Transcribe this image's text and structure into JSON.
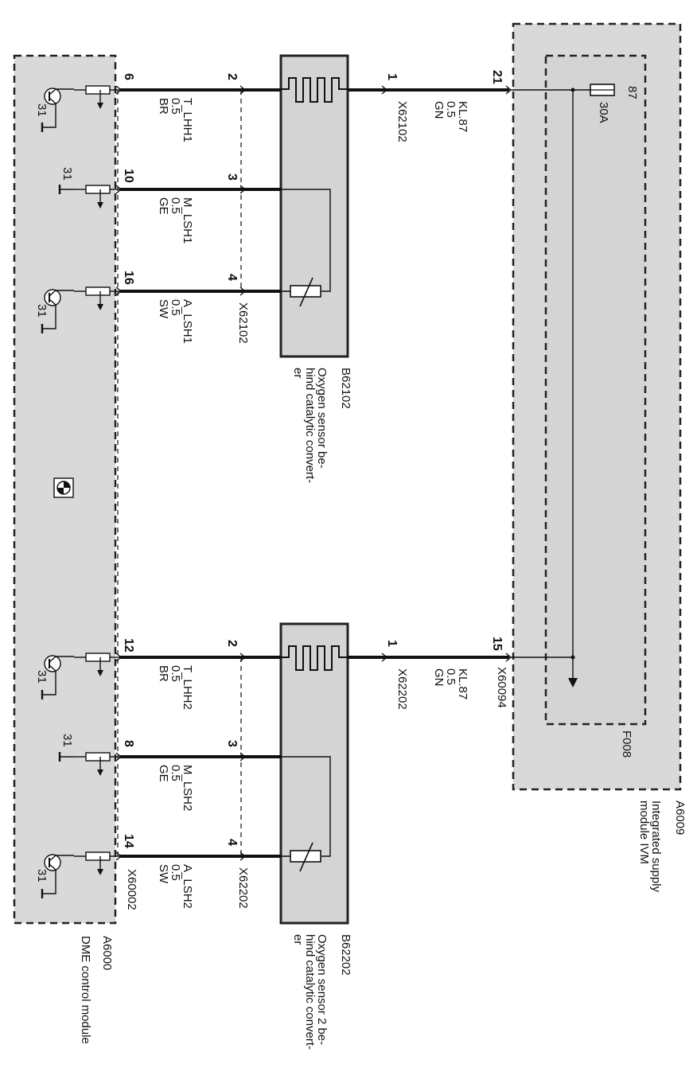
{
  "modules": {
    "ivm": {
      "id": "A6009",
      "name_line1": "Integrated supply",
      "name_line2": "module IVM"
    },
    "dme": {
      "id": "A6000",
      "name": "DME control module"
    },
    "fuse_block": "F008"
  },
  "fuse": {
    "pin": "87",
    "rating": "30A"
  },
  "ground_label": "31",
  "sensors": {
    "s1": {
      "id": "B62102",
      "line1": "Oxygen sensor be-",
      "line2": "hind catalytic convert-",
      "line3": "er"
    },
    "s2": {
      "id": "B62202",
      "line1": "Oxygen sensor 2 be-",
      "line2": "hind catalytic convert-",
      "line3": "er"
    }
  },
  "connectors": {
    "ivm_out": "X60094",
    "s1_supply": "X62102",
    "s1_harness": "X62102",
    "s2_supply": "X62202",
    "s2_harness": "X62202",
    "dme": "X60002"
  },
  "wires": [
    {
      "key": "t1",
      "name": "T_LHH1",
      "gauge": "0.5",
      "color": "BR",
      "dme_pin": "6",
      "sensor_pin": "2"
    },
    {
      "key": "m1",
      "name": "M_LSH1",
      "gauge": "0.5",
      "color": "GE",
      "dme_pin": "10",
      "sensor_pin": "3"
    },
    {
      "key": "a1",
      "name": "A_LSH1",
      "gauge": "0.5",
      "color": "SW",
      "dme_pin": "16",
      "sensor_pin": "4"
    },
    {
      "key": "t2",
      "name": "T_LHH2",
      "gauge": "0.5",
      "color": "BR",
      "dme_pin": "12",
      "sensor_pin": "2"
    },
    {
      "key": "m2",
      "name": "M_LSH2",
      "gauge": "0.5",
      "color": "GE",
      "dme_pin": "8",
      "sensor_pin": "3"
    },
    {
      "key": "a2",
      "name": "A_LSH2",
      "gauge": "0.5",
      "color": "SW",
      "dme_pin": "14",
      "sensor_pin": "4"
    }
  ],
  "supply_wires": [
    {
      "key": "kl1",
      "name": "KL.87",
      "gauge": "0.5",
      "color": "GN",
      "ivm_pin": "21",
      "sensor_pin": "1"
    },
    {
      "key": "kl2",
      "name": "KL.87",
      "gauge": "0.5",
      "color": "GN",
      "ivm_pin": "15",
      "sensor_pin": "1"
    }
  ],
  "icons": {
    "brand_logo": "bmw-roundel-icon",
    "heater": "heater-element-icon",
    "lambda": "variable-resistor-icon",
    "transistor": "transistor-icon",
    "resistor": "resistor-icon",
    "ground": "ground-icon"
  }
}
